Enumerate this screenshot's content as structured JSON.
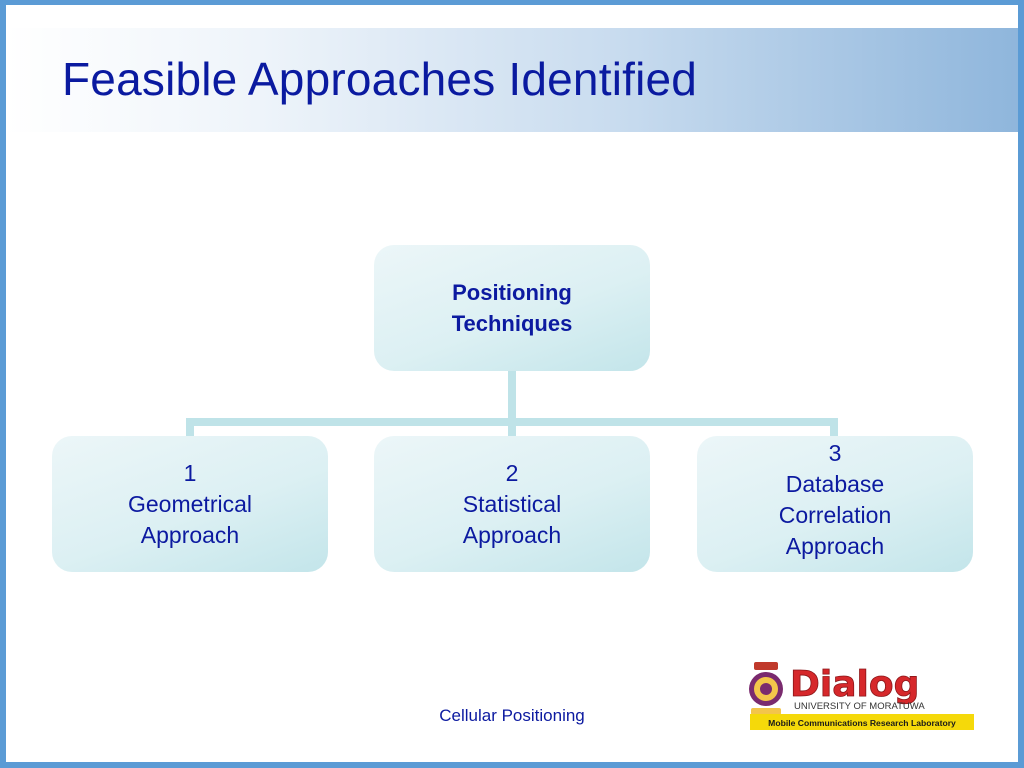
{
  "slide": {
    "title": "Feasible Approaches Identified",
    "footer": "Cellular Positioning"
  },
  "diagram": {
    "root": {
      "line1": "Positioning",
      "line2": "Techniques"
    },
    "children": [
      {
        "number": "1",
        "lines": [
          "Geometrical",
          "Approach"
        ]
      },
      {
        "number": "2",
        "lines": [
          "Statistical",
          "Approach"
        ]
      },
      {
        "number": "3",
        "lines": [
          "Database",
          "Correlation",
          "Approach"
        ]
      }
    ]
  },
  "logo": {
    "brand": "Dialog",
    "university": "UNIVERSITY  OF  MORATUWA",
    "lab": "Mobile Communications Research Laboratory"
  },
  "colors": {
    "frame": "#5b9bd5",
    "title_text": "#0a1aa0",
    "connector": "#bfe3e8",
    "brand_red": "#d6282b",
    "brand_yellow": "#f5d90a"
  }
}
